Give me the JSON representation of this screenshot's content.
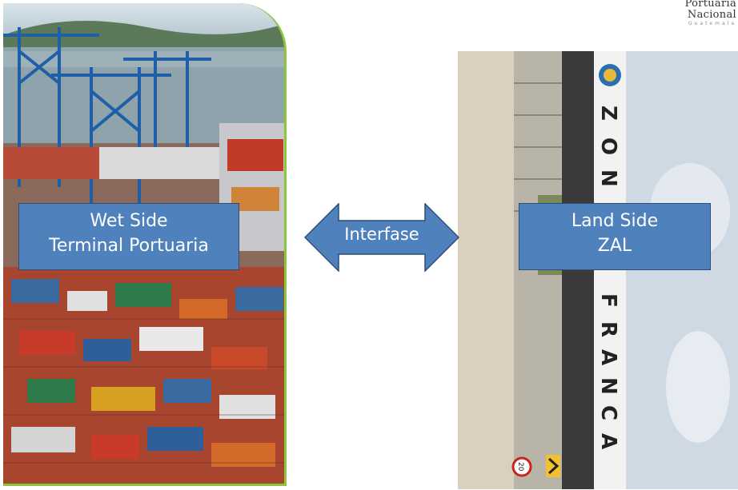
{
  "logo": {
    "line1": "Portuaria",
    "line2": "Nacional",
    "line3": "Guatemala"
  },
  "wet_side": {
    "line1": "Wet Side",
    "line2": "Terminal Portuaria"
  },
  "interface": {
    "label": "Interfase"
  },
  "land_side": {
    "line1": "Land Side",
    "line2": "ZAL"
  },
  "sign": {
    "text_vertical": "ZONA FRANCA",
    "speed_sign": "20"
  },
  "colors": {
    "box_fill": "#4f81bd",
    "box_border": "#2c4d75",
    "frame_accent": "#8cc63f"
  }
}
